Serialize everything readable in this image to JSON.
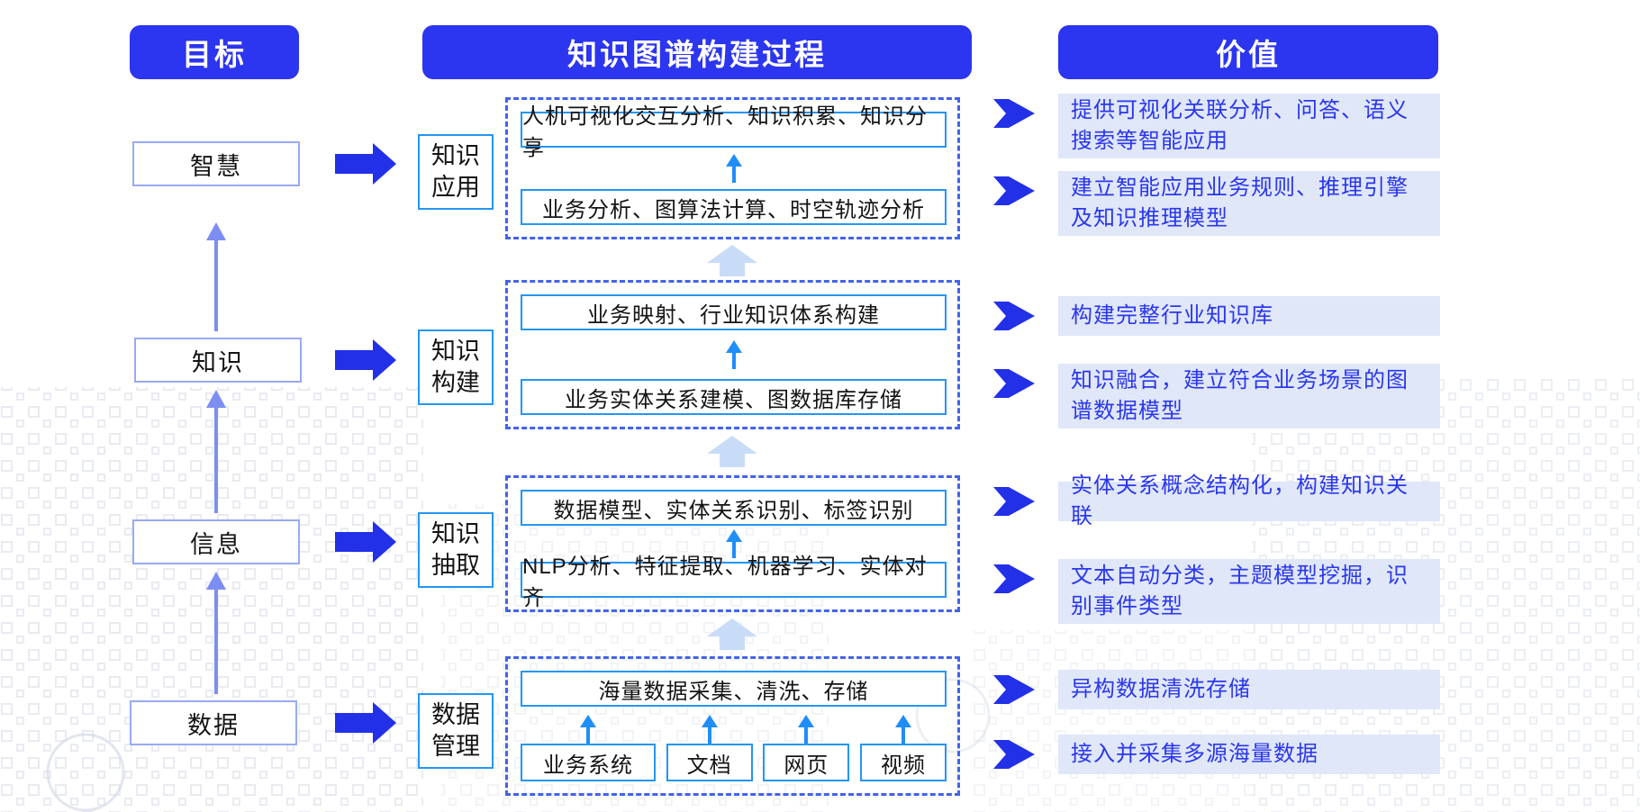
{
  "headers": {
    "goal": "目标",
    "process": "知识图谱构建过程",
    "value": "价值"
  },
  "goal_items": [
    {
      "label": "智慧"
    },
    {
      "label": "知识"
    },
    {
      "label": "信息"
    },
    {
      "label": "数据"
    }
  ],
  "stages": [
    {
      "label_lines": [
        "知识",
        "应用"
      ],
      "top_box": "人机可视化交互分析、知识积累、知识分享",
      "bottom_box": "业务分析、图算法计算、时空轨迹分析"
    },
    {
      "label_lines": [
        "知识",
        "构建"
      ],
      "top_box": "业务映射、行业知识体系构建",
      "bottom_box": "业务实体关系建模、图数据库存储"
    },
    {
      "label_lines": [
        "知识",
        "抽取"
      ],
      "top_box": "数据模型、实体关系识别、标签识别",
      "bottom_box": "NLP分析、特征提取、机器学习、实体对齐"
    },
    {
      "label_lines": [
        "数据",
        "管理"
      ],
      "top_box": "海量数据采集、清洗、存储",
      "sources": [
        "业务系统",
        "文档",
        "网页",
        "视频"
      ]
    }
  ],
  "values": [
    {
      "text": "提供可视化关联分析、问答、语义搜索等智能应用"
    },
    {
      "text": "建立智能应用业务规则、推理引擎及知识推理模型"
    },
    {
      "text": "构建完整行业知识库"
    },
    {
      "text": "知识融合，建立符合业务场景的图谱数据模型"
    },
    {
      "text": "实体关系概念结构化，构建知识关联"
    },
    {
      "text": "文本自动分类，主题模型挖掘，识别事件类型"
    },
    {
      "text": "异构数据清洗存储"
    },
    {
      "text": "接入并采集多源海量数据"
    }
  ],
  "icons": {
    "value_pointer": "chevron-right-icon",
    "goal_link": "block-arrow-right-icon",
    "goal_progression": "arrow-up-icon",
    "stage_progression": "block-arrow-up-icon",
    "sub_step": "arrow-up-icon"
  },
  "colors": {
    "header_bg": "#2c35ef",
    "accent_blue": "#2230e8",
    "value_text": "#2b36ee",
    "value_row_bg": "#dfe7f9",
    "process_dotted_border": "#4263eb",
    "box_border_cyan": "#2496f3",
    "goal_box_border": "#98aaf5",
    "goal_arrow": "#7d8ef2",
    "light_up_arrow": "#c8dcf8",
    "small_up_arrow": "#1f8ef9"
  }
}
